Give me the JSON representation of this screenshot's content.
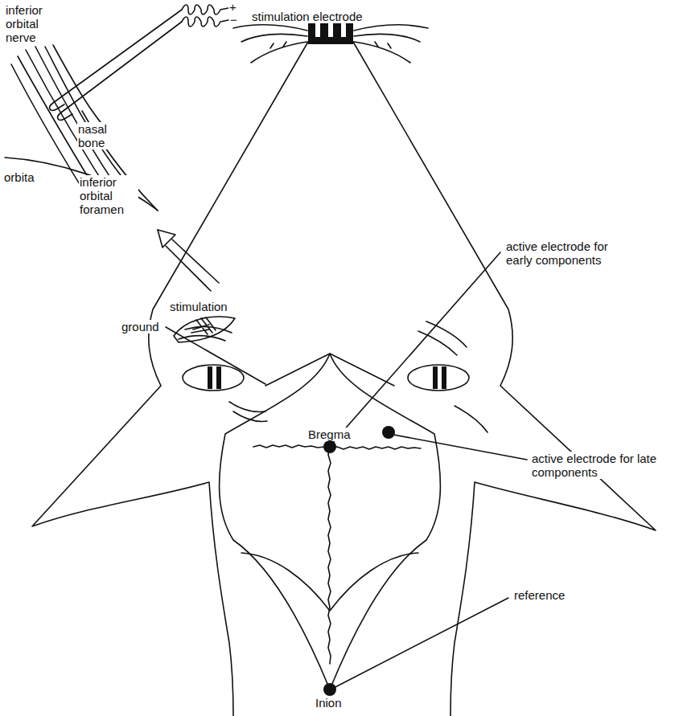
{
  "diagram": {
    "labels": [
      "inferior orbital nerve",
      "+",
      "−",
      "stimulation electrode",
      "nasal bone",
      "orbita",
      "inferior orbital foramen",
      "stimulation",
      "ground",
      "active electrode for early components",
      "Bregma",
      "active electrode for late components",
      "reference",
      "Inion"
    ]
  }
}
